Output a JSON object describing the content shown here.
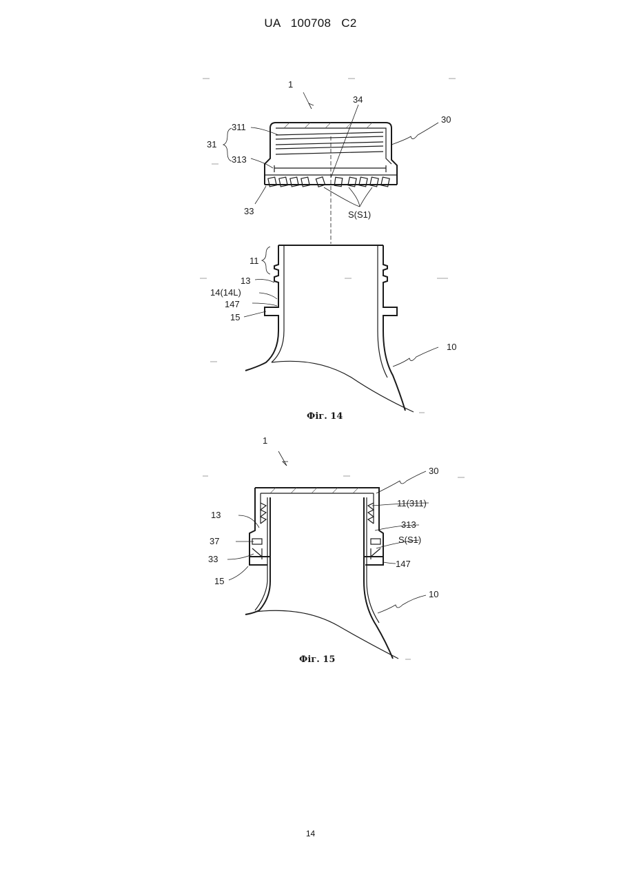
{
  "header": {
    "document_id": "UA   100708   C2"
  },
  "page_number": "14",
  "figure_14": {
    "caption": "Фiг. 14",
    "labels": {
      "l1": "1",
      "l34": "34",
      "l30": "30",
      "l311": "311",
      "l31": "31",
      "l313": "313",
      "l33": "33",
      "ls": "S(S1)",
      "l11": "11",
      "l13": "13",
      "l14": "14(14L)",
      "l147": "147",
      "l15": "15",
      "l10": "10"
    }
  },
  "figure_15": {
    "caption": "Фiг. 15",
    "labels": {
      "l1": "1",
      "l30": "30",
      "l11": "11(311)",
      "l13": "13",
      "l313": "313",
      "l37": "37",
      "ls": "S(S1)",
      "l33": "33",
      "l147": "147",
      "l15": "15",
      "l10": "10"
    }
  }
}
